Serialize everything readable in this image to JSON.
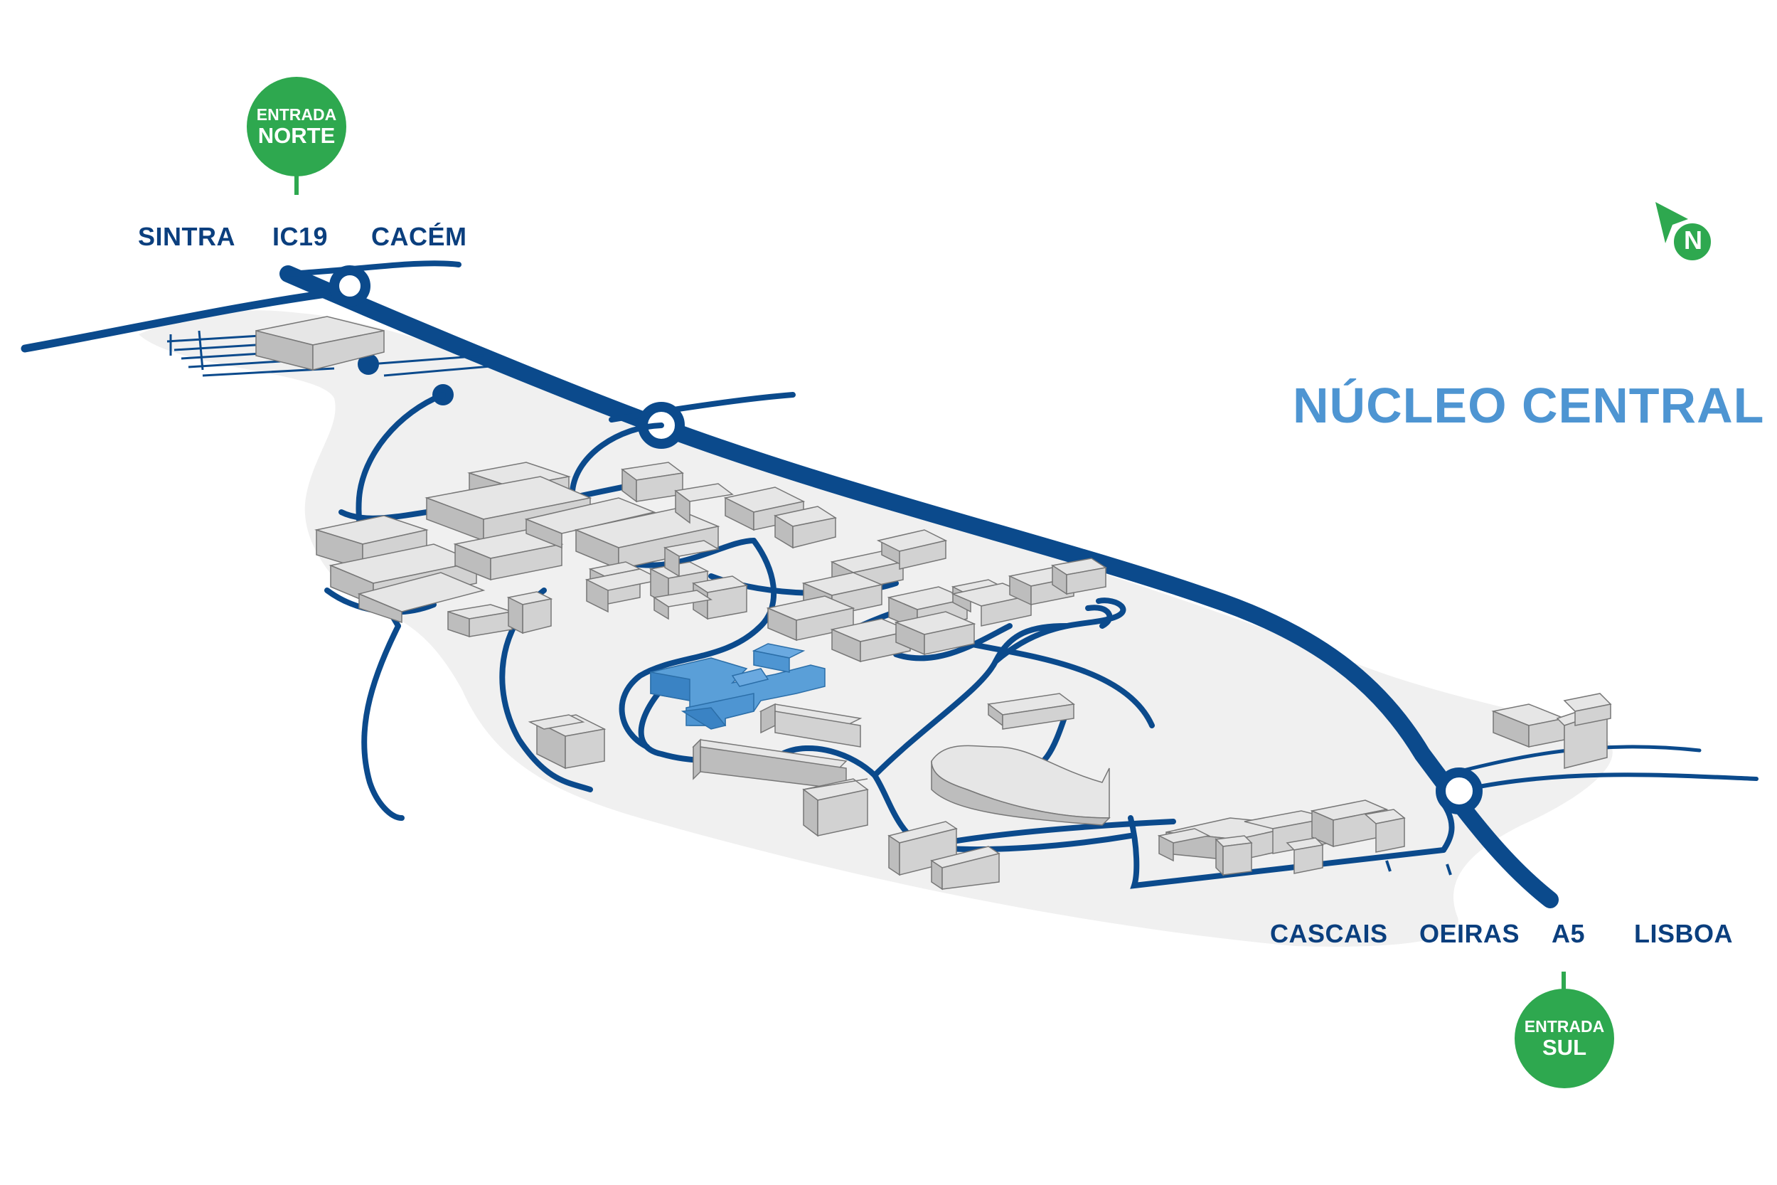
{
  "title": "NÚCLEO CENTRAL",
  "north_entrance": {
    "line1": "ENTRADA",
    "line2": "NORTE"
  },
  "south_entrance": {
    "line1": "ENTRADA",
    "line2": "SUL"
  },
  "north_destinations": [
    "SINTRA",
    "IC19",
    "CACÉM"
  ],
  "south_destinations": [
    "CASCAIS",
    "OEIRAS",
    "A5",
    "LISBOA"
  ],
  "compass_label": "N",
  "colors": {
    "road": "#0b4a8c",
    "campus_ground": "#f0f0f0",
    "building_top": "#e6e6e6",
    "building_side": "#bdbdbd",
    "highlight_building": "#4e95d2",
    "entrance_green": "#2ea84f",
    "title_blue": "#4e95d2",
    "label_navy": "#0b3f7e"
  },
  "icons": [
    "compass-north-icon",
    "north-entrance-marker-icon",
    "south-entrance-marker-icon"
  ]
}
